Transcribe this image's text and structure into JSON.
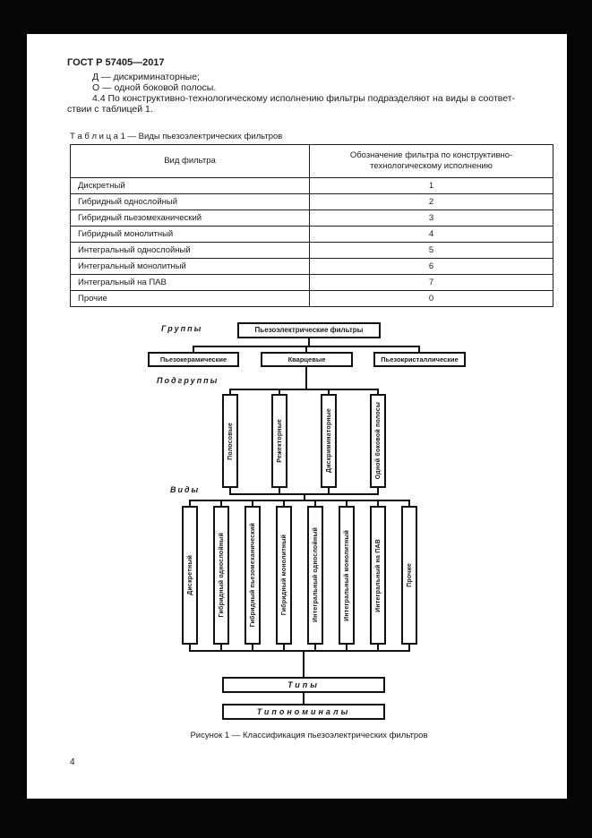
{
  "page": {
    "header": "ГОСТ Р 57405—2017",
    "page_number": "4"
  },
  "intro": {
    "line_d": "Д — дискриминаторные;",
    "line_o": "О — одной боковой полосы.",
    "para_line1": "4.4  По конструктивно-технологическому исполнению фильтры подразделяют на виды в соответ-",
    "para_line2": "ствии с таблицей 1."
  },
  "table": {
    "caption": "Т а б л и ц а  1 — Виды пьезоэлектрических фильтров",
    "headers": {
      "col1": "Вид фильтра",
      "col2": "Обозначение фильтра по конструктивно-технологическому исполнению"
    },
    "rows": [
      {
        "name": "Дискретный",
        "code": "1"
      },
      {
        "name": "Гибридный однослойный",
        "code": "2"
      },
      {
        "name": "Гибридный пьезомеханический",
        "code": "3"
      },
      {
        "name": "Гибридный монолитный",
        "code": "4"
      },
      {
        "name": "Интегральный однослойный",
        "code": "5"
      },
      {
        "name": "Интегральный монолитный",
        "code": "6"
      },
      {
        "name": "Интегральный на ПАВ",
        "code": "7"
      },
      {
        "name": "Прочие",
        "code": "0"
      }
    ]
  },
  "diagram": {
    "root": "Пьезоэлектрические фильтры",
    "level_labels": [
      "Группы",
      "Подгруппы",
      "Виды"
    ],
    "groups": [
      "Пьезокерамические",
      "Кварцевые",
      "Пьезокристаллические"
    ],
    "subgroups": [
      "Полосовые",
      "Режекторные",
      "Дискриминаторные",
      "Одной боковой полосы"
    ],
    "kinds": [
      "Дискретный",
      "Гибридный однослойный",
      "Гибридный пьезомеханический",
      "Гибридный монолитный",
      "Интегральный однослойный",
      "Интегральный монолитный",
      "Интегральный на ПАВ",
      "Прочие"
    ],
    "bottom_boxes": [
      "Типы",
      "Типономиналы"
    ],
    "caption": "Рисунок 1 — Классификация пьезоэлектрических фильтров"
  }
}
